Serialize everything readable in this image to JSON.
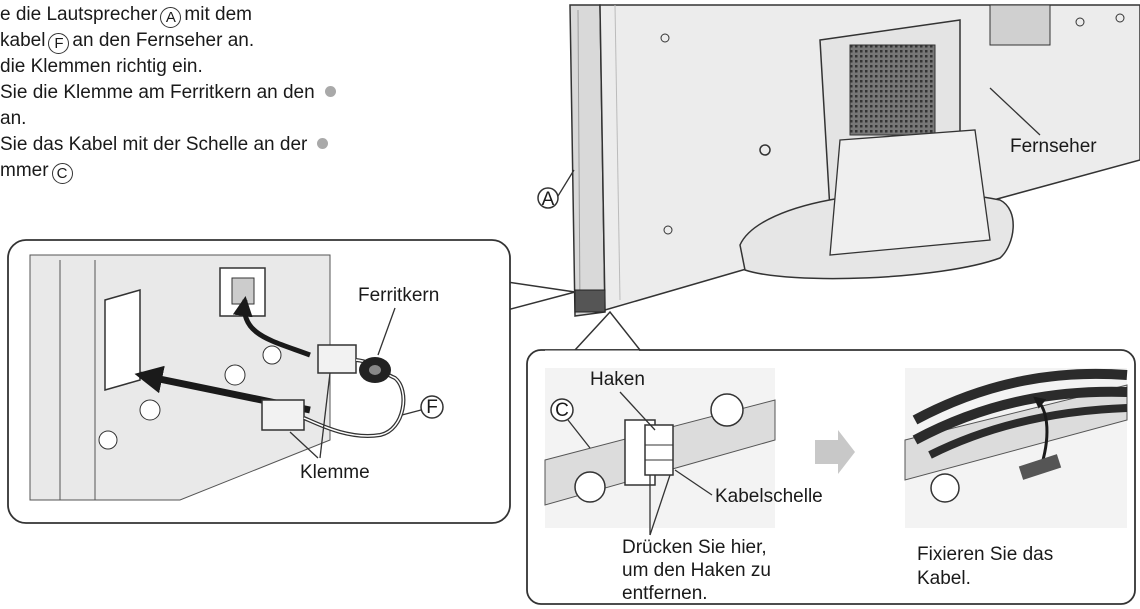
{
  "instructions": {
    "line1_pre": "e die Lautsprecher",
    "line1_mark": "A",
    "line1_post": "mit dem",
    "line2_pre": "kabel",
    "line2_mark": "F",
    "line2_post": "an den Fernseher an.",
    "line3": "die Klemmen richtig ein.",
    "line4": "Sie die Klemme am Ferritkern an den",
    "line5": "an.",
    "line6": "Sie das Kabel mit der Schelle an der",
    "line7_pre": "mmer",
    "line7_mark": "C"
  },
  "labels": {
    "speaker_mark": "A",
    "tv": "Fernseher",
    "ferrite": "Ferritkern",
    "cable_mark": "F",
    "clamp": "Klemme",
    "hook": "Haken",
    "bracket_mark": "C",
    "cable_clip": "Kabelschelle",
    "press_1": "Drücken Sie hier,",
    "press_2": "um den Haken zu",
    "press_3": "entfernen.",
    "fix_1": "Fixieren Sie das",
    "fix_2": "Kabel."
  },
  "colors": {
    "ink": "#1a1a1a",
    "panel_fill": "#e9e9e9",
    "dark_panel": "#8a8a8a",
    "arrow_grey": "#c8c8c8",
    "dot": "#a9a9a9"
  }
}
